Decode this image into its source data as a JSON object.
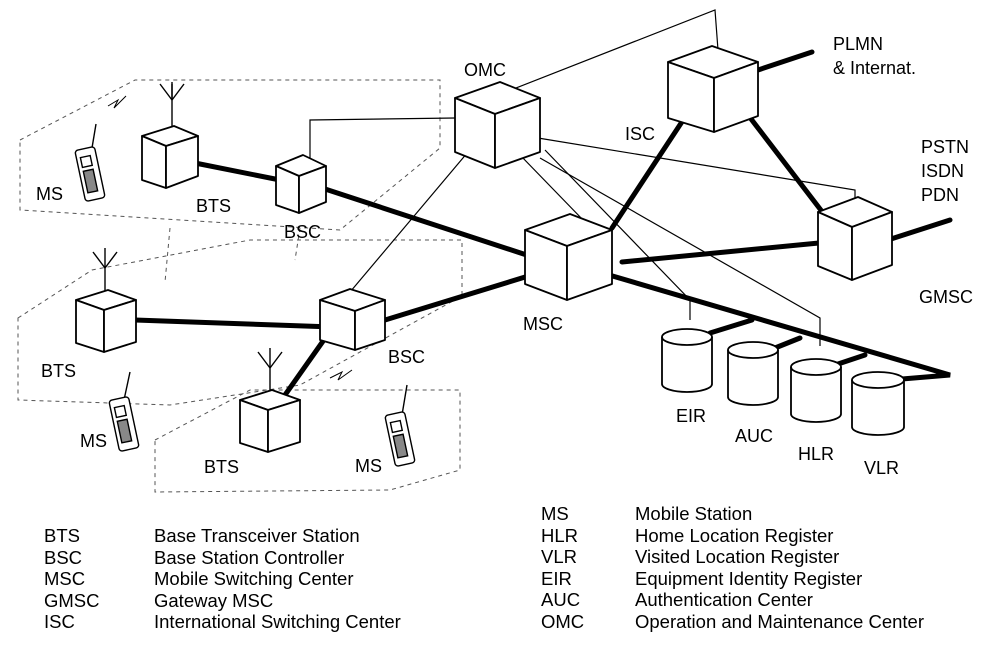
{
  "labels": {
    "omc": "OMC",
    "isc": "ISC",
    "plmn_line1": "PLMN",
    "plmn_line2": "& Internat.",
    "pstn": "PSTN",
    "isdn": "ISDN",
    "pdn": "PDN",
    "gmsc": "GMSC",
    "msc": "MSC",
    "bsc_upper": "BSC",
    "bsc_lower": "BSC",
    "bts_upper": "BTS",
    "bts_left": "BTS",
    "bts_bottom": "BTS",
    "ms_upper": "MS",
    "ms_left": "MS",
    "ms_right": "MS",
    "eir": "EIR",
    "auc": "AUC",
    "hlr": "HLR",
    "vlr": "VLR"
  },
  "legend_left": [
    {
      "abbr": "BTS",
      "desc": "Base Transceiver Station"
    },
    {
      "abbr": "BSC",
      "desc": "Base Station Controller"
    },
    {
      "abbr": "MSC",
      "desc": "Mobile Switching Center"
    },
    {
      "abbr": "GMSC",
      "desc": "Gateway MSC"
    },
    {
      "abbr": "ISC",
      "desc": "International Switching Center"
    }
  ],
  "legend_right": [
    {
      "abbr": "MS",
      "desc": "Mobile Station"
    },
    {
      "abbr": "HLR",
      "desc": "Home Location Register"
    },
    {
      "abbr": "VLR",
      "desc": "Visited Location Register"
    },
    {
      "abbr": "EIR",
      "desc": "Equipment Identity Register"
    },
    {
      "abbr": "AUC",
      "desc": "Authentication Center"
    },
    {
      "abbr": "OMC",
      "desc": "Operation and Maintenance Center"
    }
  ]
}
